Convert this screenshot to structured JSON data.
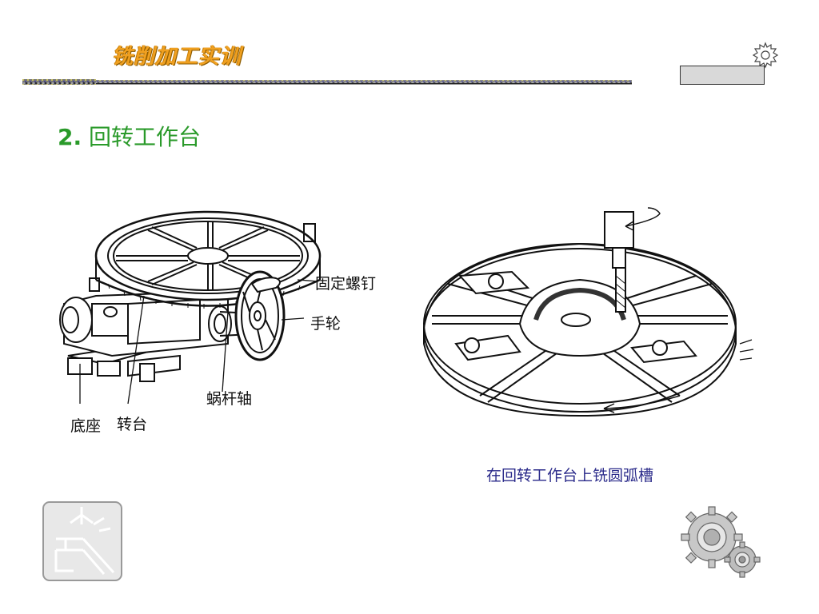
{
  "header": {
    "title": "铣削加工实训"
  },
  "section": {
    "number": "2.",
    "title": "回转工作台"
  },
  "figure_left": {
    "labels": {
      "fixing_screw": "固定螺钉",
      "handwheel": "手轮",
      "worm_shaft": "蜗杆轴",
      "base": "底座",
      "rotary_table": "转台"
    }
  },
  "figure_right": {
    "caption": "在回转工作台上铣圆弧槽"
  }
}
